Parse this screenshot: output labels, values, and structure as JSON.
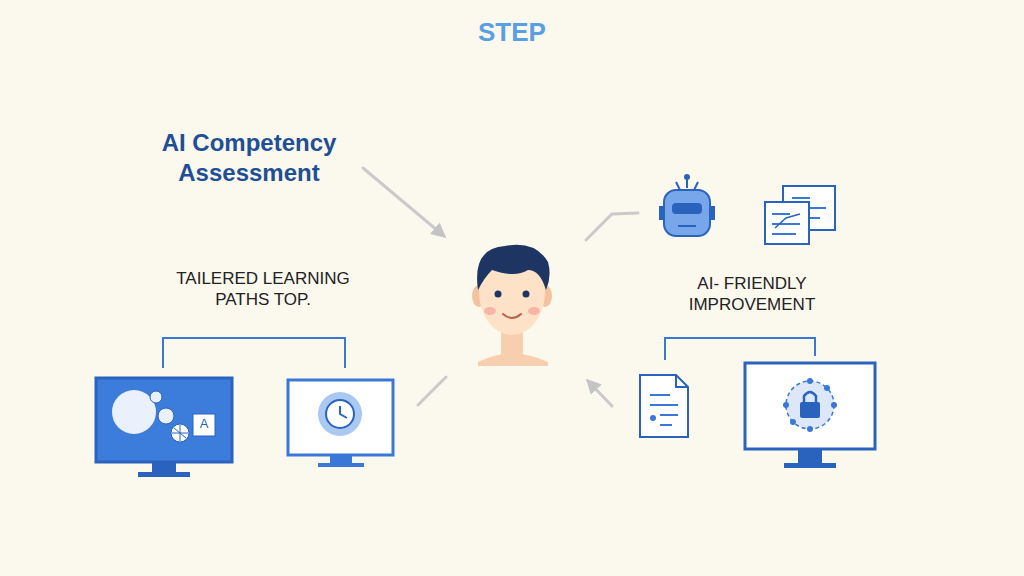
{
  "diagram": {
    "title": "STEP",
    "labels": [
      "AI Competency Assessment",
      "TAILERED LEARNING PATHS TOP.",
      "AI- FRIENDLY IMPROVEMENT",
      "A"
    ]
  }
}
